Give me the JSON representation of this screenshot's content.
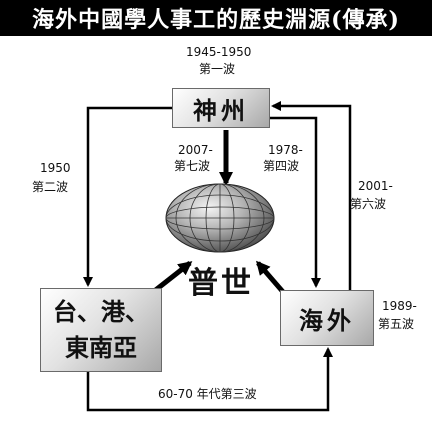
{
  "title": "海外中國學人事工的歷史淵源(傳承)",
  "nodes": {
    "shenzhou": "神州",
    "haiwai": "海外",
    "tai_line1": "台、港、",
    "tai_line2": "東南亞",
    "pujie": "普世"
  },
  "waves": {
    "first_year": "1945-1950",
    "first": "第一波",
    "second_year": "1950",
    "second": "第二波",
    "third": "60-70 年代第三波",
    "fourth_year": "1978-",
    "fourth": "第四波",
    "fifth_year": "1989-",
    "fifth": "第五波",
    "sixth_year": "2001-",
    "sixth": "第六波",
    "seventh_year": "2007-",
    "seventh": "第七波"
  }
}
